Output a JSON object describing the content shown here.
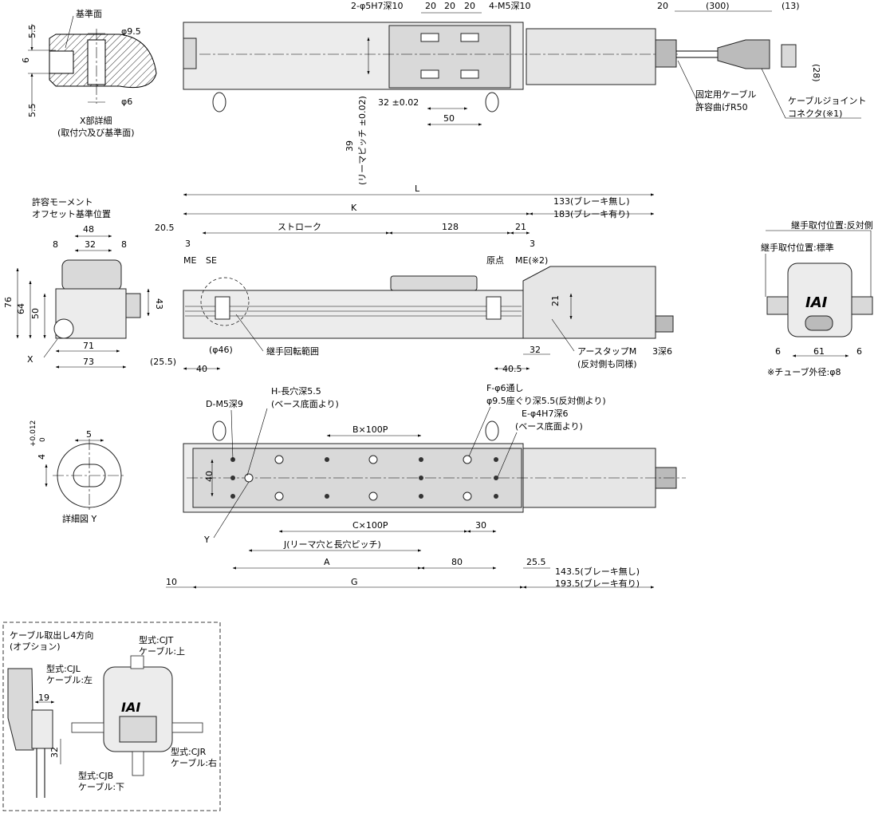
{
  "top_view": {
    "hole_pin": "2-φ5H7深10",
    "hole_tap": "4-M5深10",
    "d20a": "20",
    "d20b": "20",
    "d20c": "20",
    "d20_cable": "20",
    "d300": "(300)",
    "d13": "(13)",
    "d28": "(28)",
    "d32tol": "32 ±0.02",
    "d50": "50",
    "pitch_39": "39",
    "pitch_label": "(リーマピッチ ±0.02)",
    "cable_fixed": "固定用ケーブル",
    "cable_bend": "許容曲げR50",
    "cable_joint": "ケーブルジョイント",
    "connector": "コネクタ(※1)"
  },
  "detail_x": {
    "ref_surface": "基準面",
    "d95": "φ9.5",
    "d6": "φ6",
    "d55a": "5.5",
    "d6v": "6",
    "d55b": "5.5",
    "title1": "X部詳細",
    "title2": "(取付穴及び基準面)"
  },
  "side_view": {
    "L": "L",
    "K": "K",
    "d133": "133(ブレーキ無し)",
    "d183": "183(ブレーキ有り)",
    "d205": "20.5",
    "d3a": "3",
    "stroke": "ストローク",
    "d128": "128",
    "d21": "21",
    "d3b": "3",
    "ME1": "ME",
    "SE": "SE",
    "origin": "原点",
    "ME2": "ME(※2)",
    "d21v": "21",
    "d46": "(φ46)",
    "joint_range": "継手回転範囲",
    "d32": "32",
    "earth": "アースタップM",
    "earth2": "3深6",
    "earth3": "(反対側も同様)",
    "d40": "40",
    "d405": "40.5"
  },
  "end_view": {
    "moment1": "許容モーメント",
    "moment2": "オフセット基準位置",
    "d48": "48",
    "d8a": "8",
    "d32": "32",
    "d8b": "8",
    "d76": "76",
    "d64": "64",
    "d50": "50",
    "d43": "43",
    "d71": "71",
    "d73": "73",
    "d255": "(25.5)",
    "X": "X"
  },
  "right_view": {
    "joint_opp": "継手取付位置:反対側",
    "joint_std": "継手取付位置:標準",
    "logo": "IAI",
    "d6a": "6",
    "d61": "61",
    "d6b": "6",
    "tube": "※チューブ外径:φ8"
  },
  "bottom_view": {
    "D": "D-M5深9",
    "H1": "H-長穴深5.5",
    "H2": "(ベース底面より)",
    "F1": "F-φ6通し",
    "F2": "φ9.5座ぐり深5.5(反対側より)",
    "E1": "E-φ4H7深6",
    "E2": "(ベース底面より)",
    "B": "B×100P",
    "d40": "40",
    "C": "C×100P",
    "d30": "30",
    "J": "J(リーマ穴と長穴ピッチ)",
    "Y": "Y",
    "A": "A",
    "d80": "80",
    "d255": "25.5",
    "d10": "10",
    "G": "G",
    "d1435": "143.5(ブレーキ無し)",
    "d1935": "193.5(ブレーキ有り)"
  },
  "detail_y": {
    "tol_plus": "+0.012",
    "tol_zero": "0",
    "d4": "4",
    "d5": "5",
    "title": "詳細図 Y"
  },
  "option_box": {
    "title1": "ケーブル取出し4方向",
    "title2": "(オプション)",
    "d19": "19",
    "d32": "32",
    "cjt1": "型式:CJT",
    "cjt2": "ケーブル:上",
    "cjl1": "型式:CJL",
    "cjl2": "ケーブル:左",
    "cjr1": "型式:CJR",
    "cjr2": "ケーブル:右",
    "cjb1": "型式:CJB",
    "cjb2": "ケーブル:下",
    "logo": "IAI"
  }
}
